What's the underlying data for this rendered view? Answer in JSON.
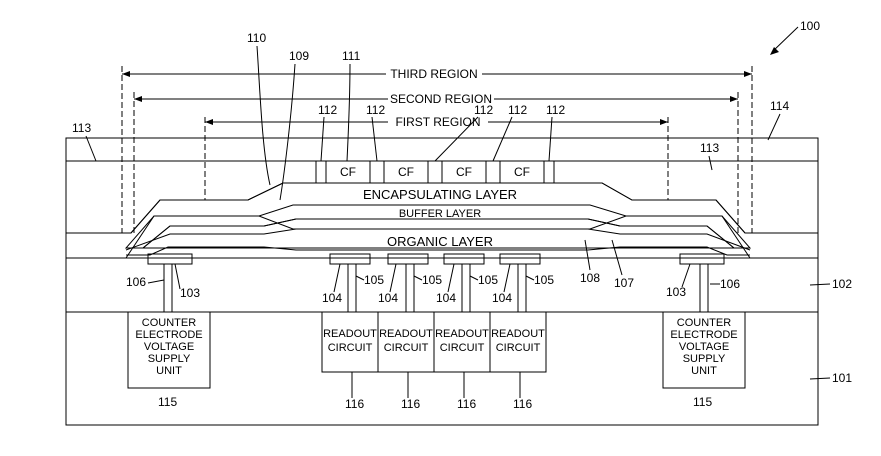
{
  "figure": {
    "ref_main": "100",
    "regions": {
      "third": "THIRD REGION",
      "second": "SECOND REGION",
      "first": "FIRST REGION"
    },
    "layers": {
      "encapsulating": "ENCAPSULATING LAYER",
      "buffer": "BUFFER LAYER",
      "organic": "ORGANIC LAYER",
      "cf": [
        "CF",
        "CF",
        "CF",
        "CF"
      ]
    },
    "refs": {
      "r101": "101",
      "r102": "102",
      "r103_left": "103",
      "r103_right": "103",
      "r104": [
        "104",
        "104",
        "104",
        "104"
      ],
      "r105": [
        "105",
        "105",
        "105",
        "105"
      ],
      "r106_left": "106",
      "r106_right": "106",
      "r107": "107",
      "r108": "108",
      "r109": "109",
      "r110": "110",
      "r111": "111",
      "r112": [
        "112",
        "112",
        "112",
        "112",
        "112"
      ],
      "r113_left": "113",
      "r113_right": "113",
      "r114": "114",
      "r115_left": "115",
      "r115_right": "115",
      "r116": [
        "116",
        "116",
        "116",
        "116"
      ]
    },
    "supply_unit": [
      "COUNTER",
      "ELECTRODE",
      "VOLTAGE",
      "SUPPLY",
      "UNIT"
    ],
    "readout": [
      "READOUT",
      "CIRCUIT"
    ]
  }
}
